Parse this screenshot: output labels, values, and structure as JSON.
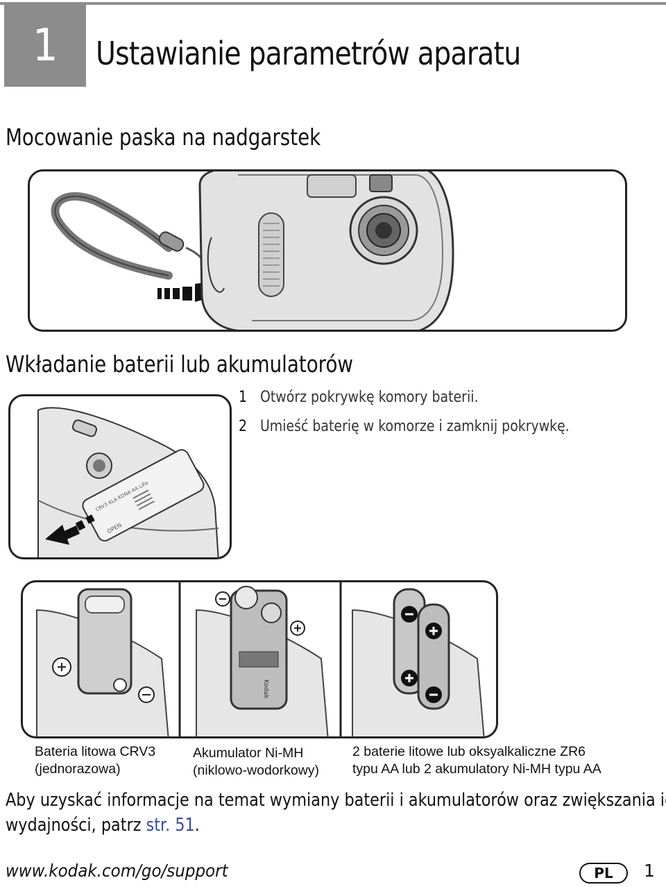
{
  "chapter": {
    "number": "1",
    "title": "Ustawianie parametrów aparatu"
  },
  "sections": {
    "strap": {
      "title": "Mocowanie paska na nadgarstek"
    },
    "batteries": {
      "title": "Wkładanie baterii lub akumulatorów",
      "steps": [
        {
          "num": "1",
          "text": "Otwórz pokrywkę komory baterii."
        },
        {
          "num": "2",
          "text": "Umieść baterię w komorze i zamknij pokrywkę."
        }
      ],
      "battery_labels": {
        "bottom_door": "OPEN",
        "door_text": "CRV3 KLA KDNA AA LiFe",
        "ni_mh_pack": "Kodak"
      },
      "types": [
        {
          "line1": "Bateria litowa CRV3",
          "line2": "(jednorazowa)"
        },
        {
          "line1": "Akumulator Ni-MH",
          "line2": "(niklowo-wodorkowy)"
        },
        {
          "line1": "2 baterie litowe lub oksyalkaliczne ZR6",
          "line2": "typu AA lub 2 akumulatory Ni-MH typu AA"
        }
      ]
    }
  },
  "info": {
    "line1": "Aby uzyskać informacje na temat wymiany baterii i akumulatorów oraz zwiększania ich",
    "line2_prefix": "wydajności, patrz ",
    "link": "str. 51",
    "line2_suffix": "."
  },
  "footer": {
    "url": "www.kodak.com/go/support",
    "lang": "PL",
    "page": "1"
  },
  "icons": [
    "plus-icon",
    "minus-icon",
    "arrow-icon"
  ]
}
